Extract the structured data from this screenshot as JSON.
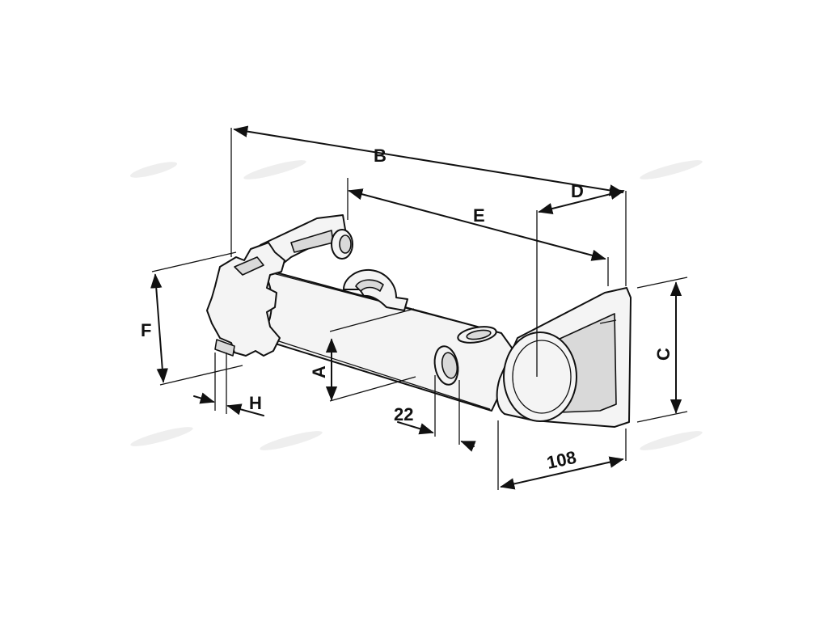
{
  "diagram": {
    "labels": {
      "A": "A",
      "B": "B",
      "C": "C",
      "D": "D",
      "E": "E",
      "F": "F",
      "H": "H",
      "dim_22": "22",
      "dim_108": "108"
    },
    "colors": {
      "line": "#111111",
      "fill": "#f4f4f4",
      "shade": "#d9d9d9",
      "background": "#ffffff"
    }
  }
}
